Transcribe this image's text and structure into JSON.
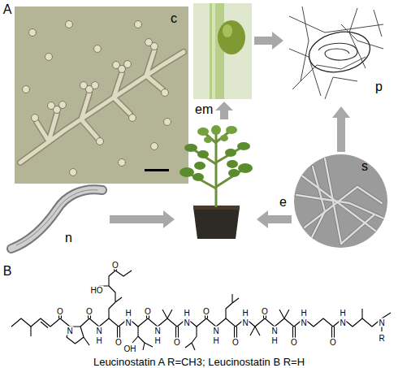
{
  "diagram": {
    "nodes": [
      {
        "text": [
          "c"
        ]
      },
      {
        "text": [
          "em"
        ]
      },
      {
        "text": [
          "p"
        ]
      },
      {
        "text": [
          "n"
        ]
      },
      {
        "text": [
          "e"
        ]
      },
      {
        "text": [
          "s"
        ]
      }
    ],
    "edges": [
      {
        "from": 3,
        "to": 4,
        "arrow": "to"
      },
      {
        "from": 5,
        "to": 4,
        "arrow": "to"
      },
      {
        "from": 4,
        "to": 1,
        "arrow": "to"
      },
      {
        "from": 1,
        "to": 2,
        "arrow": "to"
      },
      {
        "from": 5,
        "to": 2,
        "arrow": "to"
      }
    ],
    "labels": [
      "A",
      "B",
      "O",
      "N",
      "O",
      "N",
      "H",
      "HO",
      "O",
      "O",
      "N",
      "H",
      "OH",
      "O",
      "N",
      "H",
      "O",
      "N",
      "H",
      "O",
      "N",
      "H",
      "O",
      "N",
      "H",
      "O",
      "N",
      "H",
      "O",
      "N",
      "H",
      "O",
      "N",
      "H",
      "N",
      "R",
      "Leucinostatin A R=CH3; Leucinostatin B R=H"
    ]
  }
}
